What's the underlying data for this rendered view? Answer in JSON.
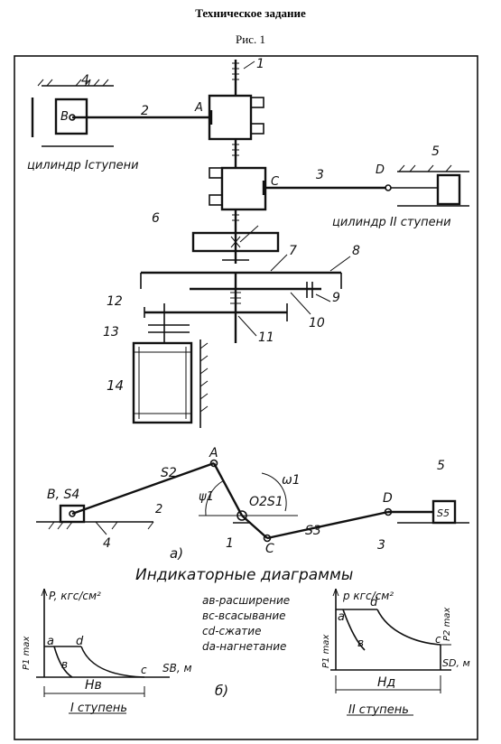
{
  "header": {
    "title": "Техническое задание",
    "figure_label": "Рис. 1"
  },
  "scheme": {
    "cyl1_caption": "цилиндр Iступени",
    "cyl2_caption": "цилиндр II ступени",
    "num_labels": [
      "1",
      "2",
      "3",
      "4",
      "5",
      "6",
      "7",
      "8",
      "9",
      "10",
      "11",
      "12",
      "13",
      "14"
    ],
    "point_B": "B",
    "point_A": "A",
    "point_C": "C",
    "point_D": "D"
  },
  "kinematic": {
    "B_S4": "B, S4",
    "S2": "S2",
    "A": "A",
    "psi1": "ψ1",
    "O2S1": "O2S1",
    "omega1": "ω1",
    "C": "C",
    "S3": "S3",
    "D": "D",
    "S5": "S5",
    "n2": "2",
    "n4": "4",
    "n1": "1",
    "n3": "3",
    "n5": "5",
    "sub_a": "а)"
  },
  "indicator_title": "Индикаторные диаграммы",
  "legend": [
    "ав-расширение",
    "вс-всасывание",
    "сd-сжатие",
    "dа-нагнетание"
  ],
  "diagram1": {
    "p_axis": "P, кгс/см²",
    "pmax": "P1 max",
    "s_axis": "SB, м",
    "a": "a",
    "b": "в",
    "c": "c",
    "d": "d",
    "H": "Hв",
    "stage": "I ступень"
  },
  "diagram2": {
    "p_axis": "p кгс/см²",
    "pmax1": "P1 max",
    "pmax2": "P2 max",
    "s_axis": "SD, м",
    "a": "a",
    "b": "в",
    "c": "c",
    "d": "d",
    "H": "Hд",
    "stage": "II ступень"
  },
  "sub_b": "б)"
}
